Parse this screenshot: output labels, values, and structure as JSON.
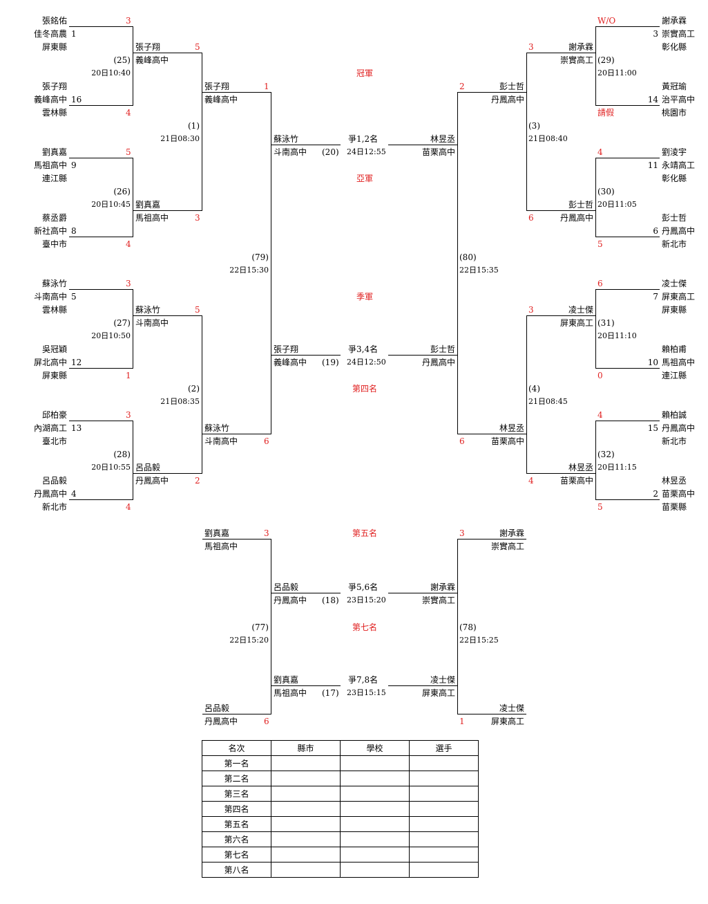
{
  "r1": {
    "p1": {
      "name": "張銘佑",
      "school": "佳冬高農",
      "city": "屏東縣",
      "seed": "1",
      "score": "3"
    },
    "p2": {
      "name": "張子翔",
      "school": "義峰高中",
      "city": "雲林縣",
      "seed": "16",
      "score": "4"
    },
    "p3": {
      "name": "劉真嘉",
      "school": "馬祖高中",
      "city": "連江縣",
      "seed": "9",
      "score": "5"
    },
    "p4": {
      "name": "蔡丞爵",
      "school": "新社高中",
      "city": "臺中市",
      "seed": "8",
      "score": "4"
    },
    "p5": {
      "name": "蘇泳竹",
      "school": "斗南高中",
      "city": "雲林縣",
      "seed": "5",
      "score": "3"
    },
    "p6": {
      "name": "吳冠穎",
      "school": "屏北高中",
      "city": "屏東縣",
      "seed": "12",
      "score": "1"
    },
    "p7": {
      "name": "邱柏豪",
      "school": "內湖高工",
      "city": "臺北市",
      "seed": "13",
      "score": "3"
    },
    "p8": {
      "name": "呂品毅",
      "school": "丹鳳高中",
      "city": "新北市",
      "seed": "4",
      "score": "4"
    },
    "p9": {
      "name": "謝承霖",
      "school": "崇實高工",
      "city": "彰化縣",
      "seed": "3",
      "score": "W/O"
    },
    "p10": {
      "name": "黃冠瑜",
      "school": "治平高中",
      "city": "桃園市",
      "seed": "14",
      "score": "請假"
    },
    "p11": {
      "name": "劉淩宇",
      "school": "永靖高工",
      "city": "彰化縣",
      "seed": "11",
      "score": "4"
    },
    "p12": {
      "name": "彭士哲",
      "school": "丹鳳高中",
      "city": "新北市",
      "seed": "6",
      "score": "5"
    },
    "p13": {
      "name": "凌士傑",
      "school": "屏東高工",
      "city": "屏東縣",
      "seed": "7",
      "score": "6"
    },
    "p14": {
      "name": "賴柏甫",
      "school": "馬祖高中",
      "city": "連江縣",
      "seed": "10",
      "score": "0"
    },
    "p15": {
      "name": "賴柏誠",
      "school": "丹鳳高中",
      "city": "新北市",
      "seed": "15",
      "score": "4"
    },
    "p16": {
      "name": "林昱丞",
      "school": "苗栗高中",
      "city": "苗栗縣",
      "seed": "2",
      "score": "5"
    }
  },
  "matches": {
    "m25": {
      "no": "(25)",
      "time": "20日10:40"
    },
    "m26": {
      "no": "(26)",
      "time": "20日10:45"
    },
    "m27": {
      "no": "(27)",
      "time": "20日10:50"
    },
    "m28": {
      "no": "(28)",
      "time": "20日10:55"
    },
    "m29": {
      "no": "(29)",
      "time": "20日11:00"
    },
    "m30": {
      "no": "(30)",
      "time": "20日11:05"
    },
    "m31": {
      "no": "(31)",
      "time": "20日11:10"
    },
    "m32": {
      "no": "(32)",
      "time": "20日11:15"
    },
    "m1": {
      "no": "(1)",
      "time": "21日08:30"
    },
    "m2": {
      "no": "(2)",
      "time": "21日08:35"
    },
    "m3": {
      "no": "(3)",
      "time": "21日08:40"
    },
    "m4": {
      "no": "(4)",
      "time": "21日08:45"
    },
    "m79": {
      "no": "(79)",
      "time": "22日15:30"
    },
    "m80": {
      "no": "(80)",
      "time": "22日15:35"
    },
    "m20": {
      "no": "(20)",
      "time": "24日12:55",
      "label": "爭1,2名"
    },
    "m19": {
      "no": "(19)",
      "time": "24日12:50",
      "label": "爭3,4名"
    },
    "m77": {
      "no": "(77)",
      "time": "22日15:20"
    },
    "m78": {
      "no": "(78)",
      "time": "22日15:25"
    },
    "m18": {
      "no": "(18)",
      "time": "23日15:20",
      "label": "爭5,6名"
    },
    "m17": {
      "no": "(17)",
      "time": "23日15:15",
      "label": "爭7,8名"
    }
  },
  "r2": {
    "a": {
      "name": "張子翔",
      "school": "義峰高中",
      "score": "5"
    },
    "b": {
      "name": "劉真嘉",
      "school": "馬祖高中",
      "score": "3"
    },
    "c": {
      "name": "蘇泳竹",
      "school": "斗南高中",
      "score": "5"
    },
    "d": {
      "name": "呂品毅",
      "school": "丹鳳高中",
      "score": "2"
    },
    "e": {
      "name": "謝承霖",
      "school": "崇實高工",
      "score": "3"
    },
    "f": {
      "name": "彭士哲",
      "school": "丹鳳高中",
      "score": "6"
    },
    "g": {
      "name": "凌士傑",
      "school": "屏東高工",
      "score": "3"
    },
    "h": {
      "name": "林昱丞",
      "school": "苗栗高中",
      "score": "4"
    }
  },
  "r3": {
    "a": {
      "name": "張子翔",
      "school": "義峰高中",
      "score": "1"
    },
    "b": {
      "name": "蘇泳竹",
      "school": "斗南高中",
      "score": "6"
    },
    "c": {
      "name": "彭士哲",
      "school": "丹鳳高中",
      "score": "2"
    },
    "d": {
      "name": "林昱丞",
      "school": "苗栗高中",
      "score": "6"
    }
  },
  "finals": {
    "f12_left": {
      "name": "蘇泳竹",
      "school": "斗南高中"
    },
    "f12_right": {
      "name": "林昱丞",
      "school": "苗栗高中"
    },
    "f34_left": {
      "name": "張子翔",
      "school": "義峰高中"
    },
    "f34_right": {
      "name": "彭士哲",
      "school": "丹鳳高中"
    }
  },
  "placing": {
    "p5a": {
      "name": "劉真嘉",
      "school": "馬祖高中",
      "score": "3"
    },
    "p5b": {
      "name": "呂品毅",
      "school": "丹鳳高中",
      "score": "6"
    },
    "p5c": {
      "name": "謝承霖",
      "school": "崇實高工",
      "score": "3"
    },
    "p5d": {
      "name": "凌士傑",
      "school": "屏東高工",
      "score": "1"
    },
    "f56_left": {
      "name": "呂品毅",
      "school": "丹鳳高中"
    },
    "f56_right": {
      "name": "謝承霖",
      "school": "崇實高工"
    },
    "f78_left": {
      "name": "劉真嘉",
      "school": "馬祖高中"
    },
    "f78_right": {
      "name": "凌士傑",
      "school": "屏東高工"
    }
  },
  "labels": {
    "champion": "冠軍",
    "runner_up": "亞軍",
    "third": "季軍",
    "fourth": "第四名",
    "fifth": "第五名",
    "seventh": "第七名"
  },
  "rank_table": {
    "headers": [
      "名次",
      "縣市",
      "學校",
      "選手"
    ],
    "rows": [
      "第一名",
      "第二名",
      "第三名",
      "第四名",
      "第五名",
      "第六名",
      "第七名",
      "第八名"
    ]
  }
}
